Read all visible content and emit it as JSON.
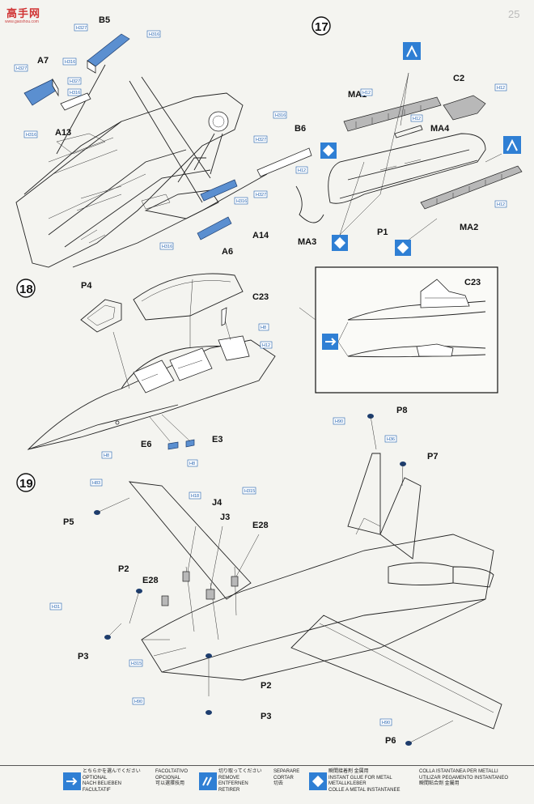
{
  "watermark": {
    "brand": "高手网",
    "url": "www.gaoshou.com"
  },
  "page_number": "25",
  "steps": {
    "s17": "17",
    "s18": "18",
    "s19": "19"
  },
  "labels": {
    "A7": "A7",
    "B5": "B5",
    "A13": "A13",
    "B6": "B6",
    "A14": "A14",
    "A6": "A6",
    "MA1": "MA1",
    "C2": "C2",
    "MA4": "MA4",
    "MA3": "MA3",
    "P1": "P1",
    "MA2": "MA2",
    "P4": "P4",
    "C23": "C23",
    "C23_inset": "C23",
    "E6": "E6",
    "E3": "E3",
    "P8": "P8",
    "P7": "P7",
    "P5": "P5",
    "J4": "J4",
    "J3": "J3",
    "E28": "E28",
    "E28b": "E28",
    "P2": "P2",
    "P3": "P3",
    "P2b": "P2",
    "P3b": "P3",
    "P6": "P6"
  },
  "color_codes": {
    "h327": "H327",
    "h316": "H316",
    "h12": "H12",
    "h8": "H8",
    "h90": "H90",
    "h83": "H83",
    "h36": "H36",
    "h315": "H315",
    "h31": "H31",
    "h18": "H18"
  },
  "legend": {
    "optional": [
      "とちらかを選んでください",
      "OPTIONAL",
      "NACH BELIEBEN",
      "FACULTATIF"
    ],
    "optional_other": [
      "FACOLTATIVO",
      "OPCIONAL",
      "可以選擇技用"
    ],
    "remove": [
      "切り取ってください",
      "REMOVE",
      "ENTFERNEN",
      "RETIRER"
    ],
    "remove_other": [
      "SEPARARE",
      "CORTAR",
      "切去"
    ],
    "glue": [
      "瞬間接着剤 金属用",
      "INSTANT GLUE FOR METAL",
      "METALLKLEBER",
      "COLLE A METAL INSTANTANEE"
    ],
    "glue_other": [
      "COLLA ISTANTANEA PER METALLI",
      "UTILIZAR PEGAMENTO INSTANTANEO",
      "瞬間粘合劑 金屬用"
    ]
  },
  "colors": {
    "accent_blue": "#1f5fae",
    "part_blue": "#5b8fd0",
    "paper": "#f4f4f0"
  }
}
